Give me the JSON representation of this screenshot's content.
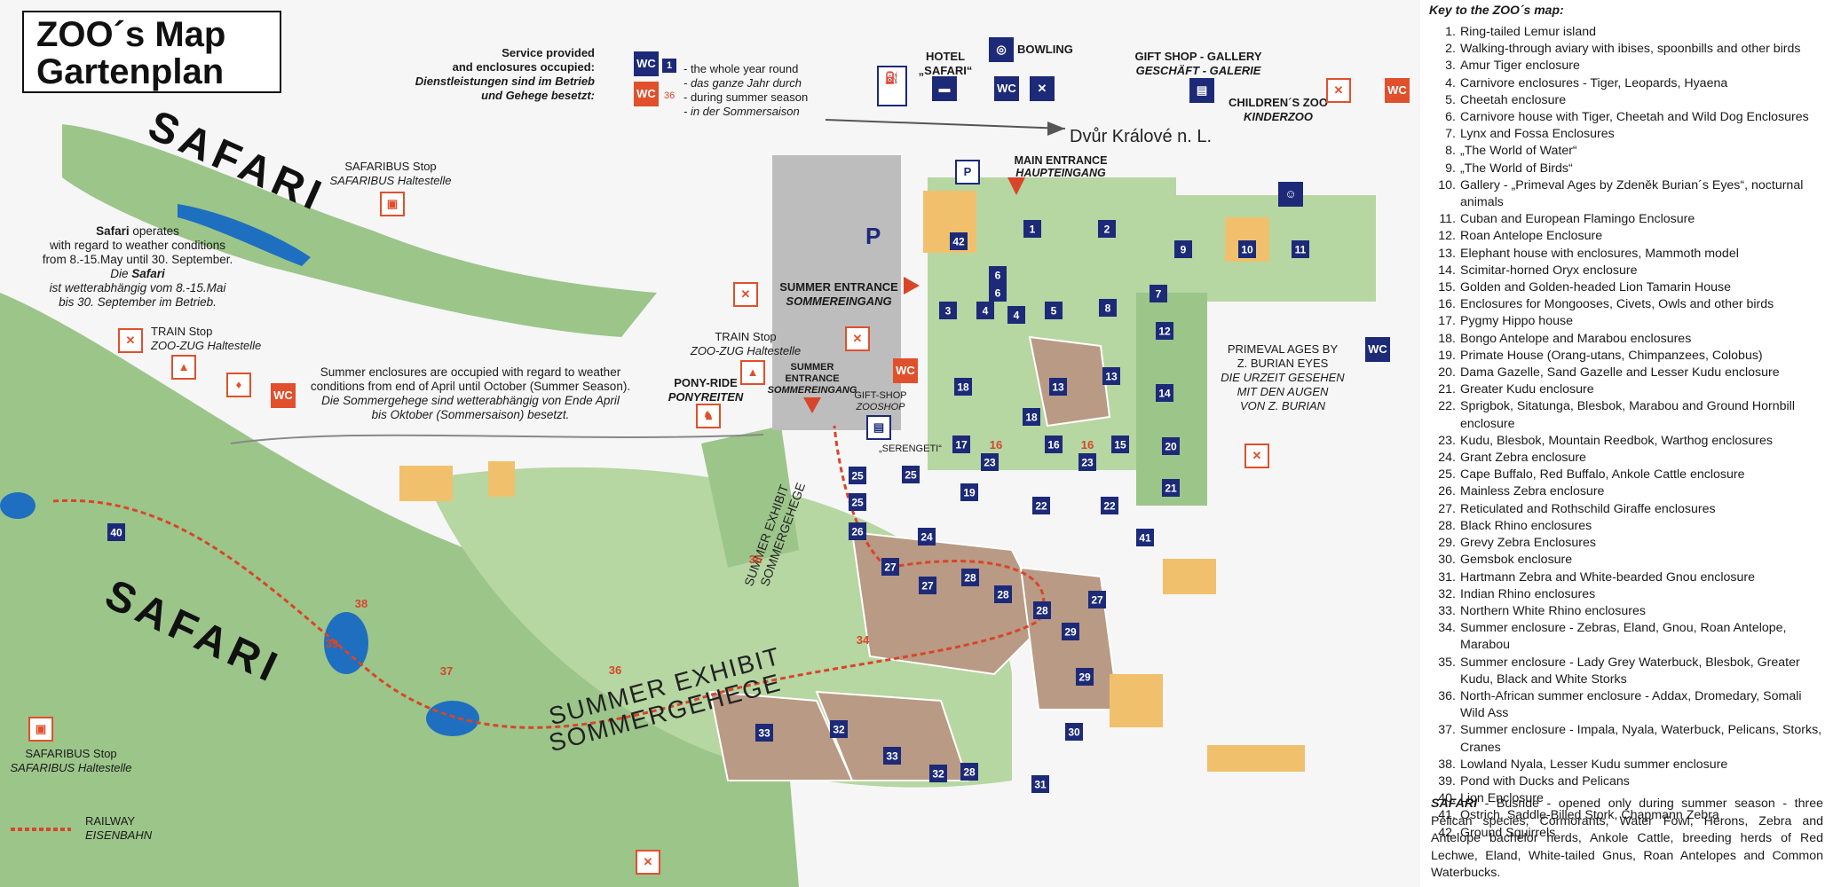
{
  "title": {
    "line1": "ZOO´s Map",
    "line2": "Gartenplan"
  },
  "service": {
    "heading_en_1": "Service provided",
    "heading_en_2": "and enclosures occupied:",
    "heading_de_1": "Dienstleistungen sind im Betrieb",
    "heading_de_2": "und Gehege besetzt:",
    "whole_year_en": "- the whole year round",
    "whole_year_de": "- das ganze Jahr durch",
    "summer_en": "- during summer season",
    "summer_de": "- in der Sommersaison",
    "sample_number_year": "1",
    "sample_number_summer": "36",
    "wc": "WC"
  },
  "labels": {
    "safari_top": "SAFARI",
    "safari_bottom": "SAFARI",
    "safaribus_top_en": "SAFARIBUS Stop",
    "safaribus_top_de": "SAFARIBUS Haltestelle",
    "safaribus_bottom_en": "SAFARIBUS Stop",
    "safaribus_bottom_de": "SAFARIBUS Haltestelle",
    "safari_op_1a": "Safari",
    "safari_op_1b": " operates",
    "safari_op_2": "with regard to weather conditions",
    "safari_op_3": "from 8.-15.May until 30. September.",
    "safari_op_4a": "Die ",
    "safari_op_4b": "Safari",
    "safari_op_5": "ist wetterabhängig vom 8.-15.Mai",
    "safari_op_6": "bis 30. September im Betrieb.",
    "train_stop_left_en": "TRAIN Stop",
    "train_stop_left_de": "ZOO-ZUG Haltestelle",
    "train_stop_mid_en": "TRAIN Stop",
    "train_stop_mid_de": "ZOO-ZUG Haltestelle",
    "summer_encl_1": "Summer enclosures are occupied with regard to weather",
    "summer_encl_2": "conditions from end of April until October (Summer Season).",
    "summer_encl_3": "Die Sommergehege sind wetterabhängig von Ende April",
    "summer_encl_4": "bis Oktober (Sommersaison) besetzt.",
    "pony_en": "PONY-RIDE",
    "pony_de": "PONYREITEN",
    "summer_entrance_small_en": "SUMMER ENTRANCE",
    "summer_entrance_small_de": "SOMMEREINGANG",
    "summer_entrance_en": "SUMMER ENTRANCE",
    "summer_entrance_de": "SOMMEREINGANG",
    "giftshop_zoo_en": "GIFT-SHOP",
    "giftshop_zoo_de": "ZOOSHOP",
    "serengeti": "„SERENGETI“",
    "hotel_1": "HOTEL",
    "hotel_2": "„SAFARI“",
    "bowling": "BOWLING",
    "giftshop_gallery_en": "GIFT SHOP - GALLERY",
    "giftshop_gallery_de": "GESCHÄFT - GALERIE",
    "children_zoo_en": "CHILDREN´S ZOO",
    "children_zoo_de": "KINDERZOO",
    "main_entrance_en": "MAIN ENTRANCE",
    "main_entrance_de": "HAUPTEINGANG",
    "town": "Dvůr Králové n. L.",
    "primeval_1": "PRIMEVAL AGES BY",
    "primeval_2": "Z. BURIAN EYES",
    "primeval_3": "DIE URZEIT GESEHEN",
    "primeval_4": "MIT DEN AUGEN",
    "primeval_5": "VON Z. BURIAN",
    "summer_exhibit_big_en": "SUMMER EXHIBIT",
    "summer_exhibit_big_de": "SOMMERGEHEGE",
    "summer_exhibit_small_en": "SUMMER EXHIBIT",
    "summer_exhibit_small_de": "SOMMERGEHEGE",
    "railway_en": "RAILWAY",
    "railway_de": "EISENBAHN",
    "parking": "P",
    "inset_town": "Dvůr Králové n. L.",
    "wc": "WC"
  },
  "colors": {
    "zoo_green": "#9cc58a",
    "light_green": "#b6d6a2",
    "enclosure_brown": "#b99a84",
    "building_orange": "#f1c06c",
    "water_blue": "#1e6fc0",
    "marker_navy": "#1c2a78",
    "summer_red": "#d8452a",
    "parking_gray": "#bdbdbd"
  },
  "key": {
    "heading": "Key to the ZOO´s map:",
    "items": [
      {
        "n": "1.",
        "t": "Ring-tailed Lemur island"
      },
      {
        "n": "2.",
        "t": "Walking-through aviary with ibises, spoonbills and other birds"
      },
      {
        "n": "3.",
        "t": "Amur Tiger enclosure"
      },
      {
        "n": "4.",
        "t": "Carnivore enclosures - Tiger, Leopards, Hyaena"
      },
      {
        "n": "5.",
        "t": "Cheetah enclosure"
      },
      {
        "n": "6.",
        "t": "Carnivore house with Tiger, Cheetah and Wild Dog Enclosures"
      },
      {
        "n": "7.",
        "t": "Lynx and Fossa Enclosures"
      },
      {
        "n": "8.",
        "t": "„The World of Water“"
      },
      {
        "n": "9.",
        "t": "„The World of Birds“"
      },
      {
        "n": "10.",
        "t": "Gallery - „Primeval Ages by Zdeněk Burian´s Eyes“, nocturnal animals"
      },
      {
        "n": "11.",
        "t": "Cuban and European Flamingo Enclosure"
      },
      {
        "n": "12.",
        "t": "Roan Antelope Enclosure"
      },
      {
        "n": "13.",
        "t": "Elephant house with enclosures, Mammoth model"
      },
      {
        "n": "14.",
        "t": "Scimitar-horned Oryx enclosure"
      },
      {
        "n": "15.",
        "t": "Golden and Golden-headed Lion Tamarin House"
      },
      {
        "n": "16.",
        "t": "Enclosures for Mongooses, Civets, Owls and other birds"
      },
      {
        "n": "17.",
        "t": "Pygmy Hippo house"
      },
      {
        "n": "18.",
        "t": "Bongo Antelope and Marabou enclosures"
      },
      {
        "n": "19.",
        "t": "Primate House (Orang-utans, Chimpanzees, Colobus)"
      },
      {
        "n": "20.",
        "t": "Dama Gazelle, Sand Gazelle and Lesser Kudu enclosure"
      },
      {
        "n": "21.",
        "t": "Greater Kudu enclosure"
      },
      {
        "n": "22.",
        "t": "Sprigbok, Sitatunga, Blesbok, Marabou and Ground Hornbill enclosure"
      },
      {
        "n": "23.",
        "t": "Kudu, Blesbok, Mountain Reedbok, Warthog enclosures"
      },
      {
        "n": "24.",
        "t": "Grant Zebra enclosure"
      },
      {
        "n": "25.",
        "t": "Cape Buffalo, Red Buffalo, Ankole Cattle enclosure"
      },
      {
        "n": "26.",
        "t": "Mainless Zebra enclosure"
      },
      {
        "n": "27.",
        "t": "Reticulated and Rothschild Giraffe enclosures"
      },
      {
        "n": "28.",
        "t": "Black Rhino enclosures"
      },
      {
        "n": "29.",
        "t": "Grevy Zebra Enclosures"
      },
      {
        "n": "30.",
        "t": "Gemsbok enclosure"
      },
      {
        "n": "31.",
        "t": "Hartmann Zebra and White-bearded Gnou enclosure"
      },
      {
        "n": "32.",
        "t": "Indian Rhino enclosures"
      },
      {
        "n": "33.",
        "t": "Northern White Rhino enclosures"
      },
      {
        "n": "34.",
        "t": "Summer enclosure - Zebras, Eland, Gnou, Roan Antelope, Marabou"
      },
      {
        "n": "35.",
        "t": "Summer enclosure - Lady Grey Waterbuck, Blesbok, Greater Kudu, Black and White Storks"
      },
      {
        "n": "36.",
        "t": "North-African summer enclosure - Addax, Dromedary, Somali Wild Ass"
      },
      {
        "n": "37.",
        "t": "Summer enclosure - Impala, Nyala, Waterbuck, Pelicans, Storks, Cranes"
      },
      {
        "n": "38.",
        "t": "Lowland Nyala, Lesser Kudu summer enclosure"
      },
      {
        "n": "39.",
        "t": "Pond with Ducks and Pelicans"
      },
      {
        "n": "40.",
        "t": "Lion Enclosure"
      },
      {
        "n": "41.",
        "t": "Ostrich, Saddle-Billed Stork, Chapmann Zebra"
      },
      {
        "n": "42.",
        "t": "Ground Squirrels"
      }
    ],
    "safari_title": "SAFARI",
    "safari_text": " - Busride - opened only during summer season - three Pelican species, Cormorants, Water Fowl, Herons, Zebra and Antelope bachelor herds, Ankole Cattle, breeding herds of Red Lechwe, Eland, White-tailed Gnus, Roan Antelopes and Common Waterbucks."
  },
  "markers": {
    "year": [
      "1",
      "2",
      "3",
      "4",
      "4",
      "5",
      "6",
      "6",
      "7",
      "8",
      "9",
      "10",
      "11",
      "12",
      "13",
      "13",
      "14",
      "15",
      "16",
      "17",
      "18",
      "18",
      "19",
      "20",
      "21",
      "22",
      "22",
      "23",
      "23",
      "24",
      "25",
      "25",
      "25",
      "26",
      "27",
      "27",
      "27",
      "28",
      "28",
      "28",
      "28",
      "29",
      "29",
      "30",
      "31",
      "32",
      "32",
      "33",
      "33",
      "40",
      "41",
      "42"
    ],
    "summer": [
      "16",
      "16",
      "34",
      "35",
      "36",
      "37",
      "38",
      "39"
    ]
  }
}
